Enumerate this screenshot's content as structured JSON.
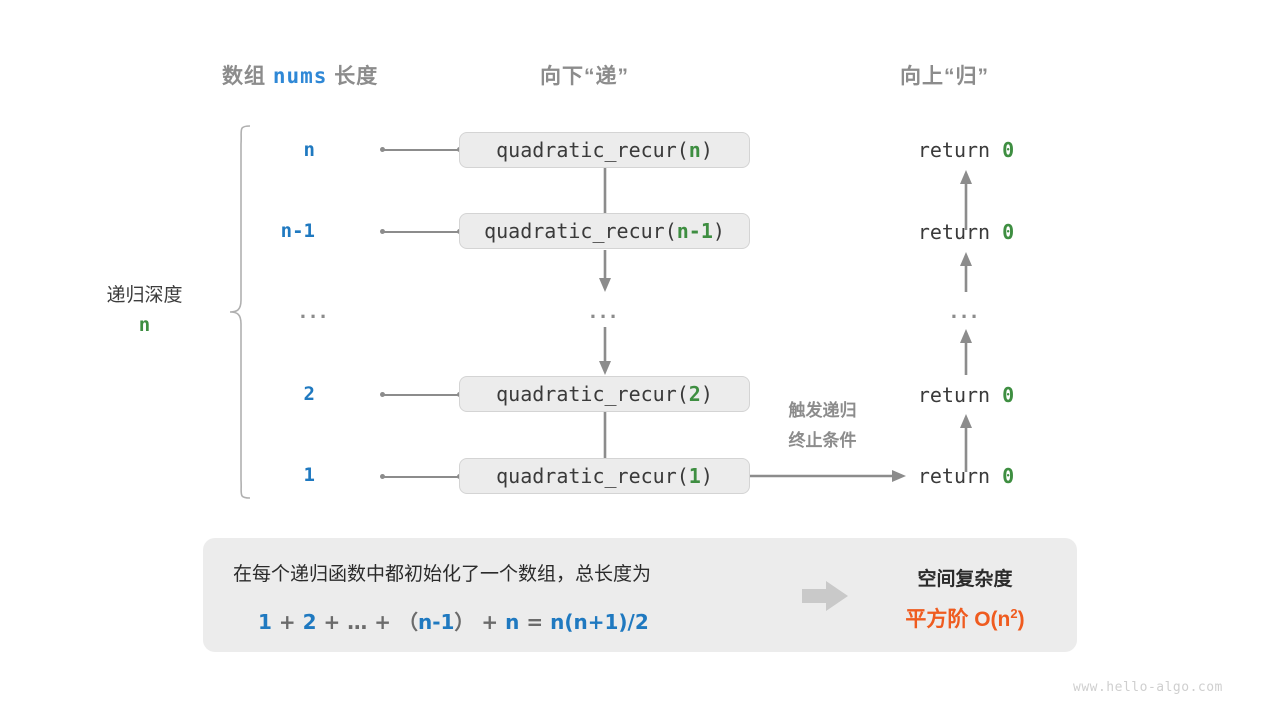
{
  "headers": {
    "left_prefix": "数组",
    "left_code": "nums",
    "left_suffix": "长度",
    "middle": "向下“递”",
    "right": "向上“归”"
  },
  "depth": {
    "label": "递归深度",
    "value": "n"
  },
  "rows": [
    {
      "label": "n",
      "call_prefix": "quadratic_recur(",
      "call_arg": "n",
      "call_suffix": ")",
      "ret_word": "return",
      "ret_value": "0"
    },
    {
      "label": "n-1",
      "call_prefix": "quadratic_recur(",
      "call_arg": "n-1",
      "call_suffix": ")",
      "ret_word": "return",
      "ret_value": "0"
    },
    {
      "label": "...",
      "call_prefix": "...",
      "call_arg": "",
      "call_suffix": "",
      "ret_word": "...",
      "ret_value": ""
    },
    {
      "label": "2",
      "call_prefix": "quadratic_recur(",
      "call_arg": "2",
      "call_suffix": ")",
      "ret_word": "return",
      "ret_value": "0"
    },
    {
      "label": "1",
      "call_prefix": "quadratic_recur(",
      "call_arg": "1",
      "call_suffix": ")",
      "ret_word": "return",
      "ret_value": "0"
    }
  ],
  "trigger_note": {
    "line1": "触发递归",
    "line2": "终止条件"
  },
  "summary": {
    "description": "在每个递归函数中都初始化了一个数组，总长度为",
    "formula": {
      "t1": "1",
      "o1": "+",
      "t2": "2",
      "o2": "+",
      "t3": "…",
      "o3": "+",
      "p1": "（",
      "t4": "n-1",
      "p2": "）",
      "o4": "+",
      "t5": "n",
      "eq": "=",
      "result": "n(n+1)/2"
    },
    "complexity_title": "空间复杂度",
    "complexity_label": "平方阶",
    "complexity_big_o": "O(n",
    "complexity_exp": "2",
    "complexity_close": ")"
  },
  "watermark": "www.hello-algo.com",
  "colors": {
    "blue": "#1f79c0",
    "green": "#3e8e41",
    "gray": "#8c8c8c",
    "orange": "#ef5b1f",
    "box_fill": "#ececec",
    "panel_fill": "#ececec"
  }
}
